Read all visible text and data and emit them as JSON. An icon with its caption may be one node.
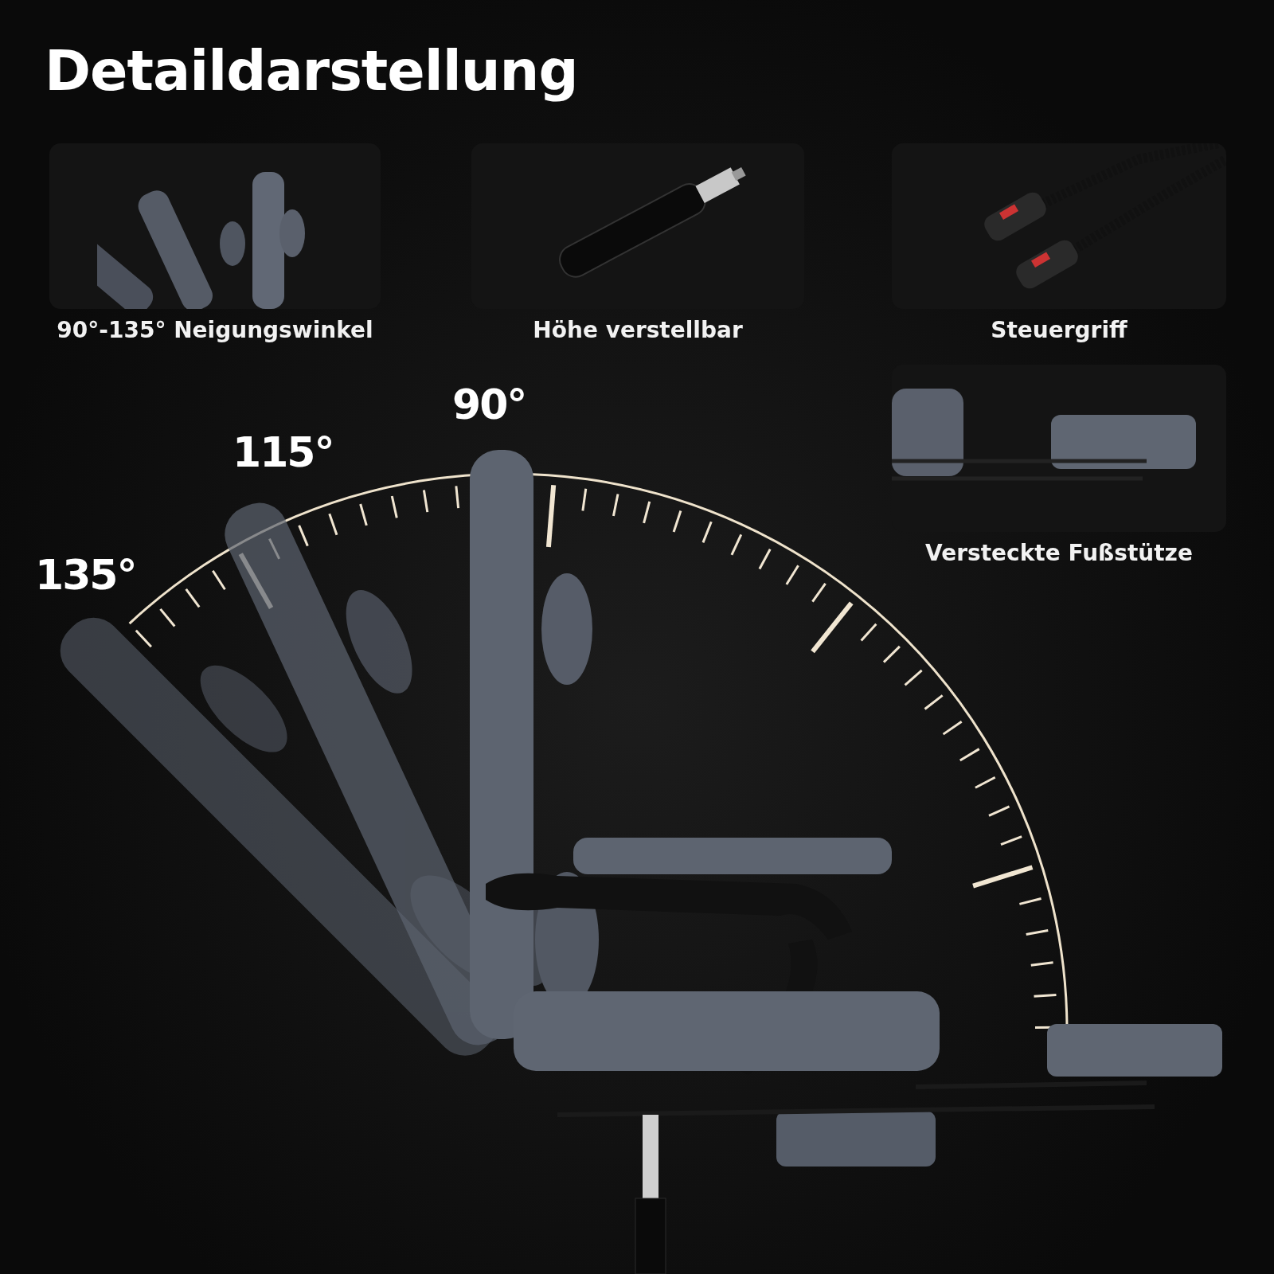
{
  "diagram": {
    "title": "Detaildarstellung",
    "nodes": [
      {
        "text": [
          "90°-135° Neigungswinkel"
        ]
      },
      {
        "text": [
          "Höhe verstellbar"
        ]
      },
      {
        "text": [
          "Steuergriff"
        ]
      },
      {
        "text": [
          "Versteckte Fußstütze"
        ]
      }
    ],
    "labels": [
      "90°",
      "115°",
      "135°"
    ]
  }
}
